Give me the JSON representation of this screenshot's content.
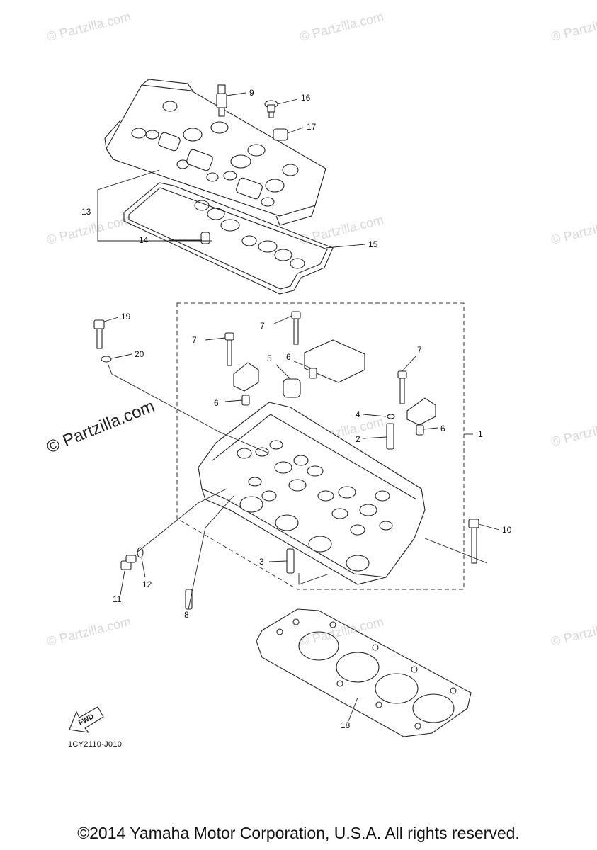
{
  "watermark": {
    "text": "© Partzilla.com",
    "center_text": "© Partzilla.com"
  },
  "diagram_code": "1CY2110-J010",
  "fwd_badge": "FWD",
  "callouts": [
    "1",
    "2",
    "3",
    "4",
    "5",
    "6",
    "6",
    "6",
    "7",
    "7",
    "7",
    "8",
    "9",
    "10",
    "11",
    "12",
    "13",
    "14",
    "15",
    "16",
    "17",
    "18",
    "19",
    "20"
  ],
  "copyright": "©2014 Yamaha Motor Corporation, U.S.A. All rights reserved."
}
